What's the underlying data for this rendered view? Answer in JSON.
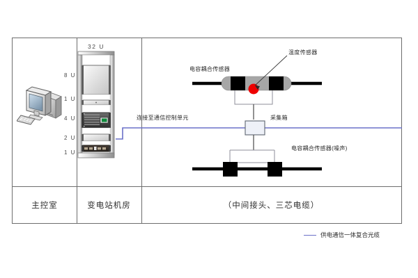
{
  "diagram": {
    "title_cells": {
      "control_room": "主控室",
      "substation_room": "变电站机房",
      "cable_section": "（中间接头、三芯电缆）"
    },
    "rack": {
      "total_units": "32 U",
      "slots": [
        {
          "label": "8 U"
        },
        {
          "label": "1 U"
        },
        {
          "label": "4 U"
        },
        {
          "label": "2 U"
        },
        {
          "label": "1 U"
        }
      ]
    },
    "labels": {
      "capacitive_sensor_top": "电容耦合传感器",
      "temperature_sensor": "温度传感器",
      "link_to_comm_unit": "连接至通信控制单元",
      "collection_box": "采集箱",
      "capacitive_sensor_noise": "电容耦合传感器(噪声)"
    },
    "legend": {
      "fiber_cable": "供电通信一体复合光缆"
    },
    "colors": {
      "fiber_line": "#6a70c8",
      "temperature_marker": "#ee0000",
      "cable_black": "#000000",
      "sensor_body": "#a6a6a6",
      "frame_border": "#6d6d6d"
    },
    "icons": {
      "workstation": "desktop-computer-icon",
      "rack": "server-rack-icon"
    }
  }
}
